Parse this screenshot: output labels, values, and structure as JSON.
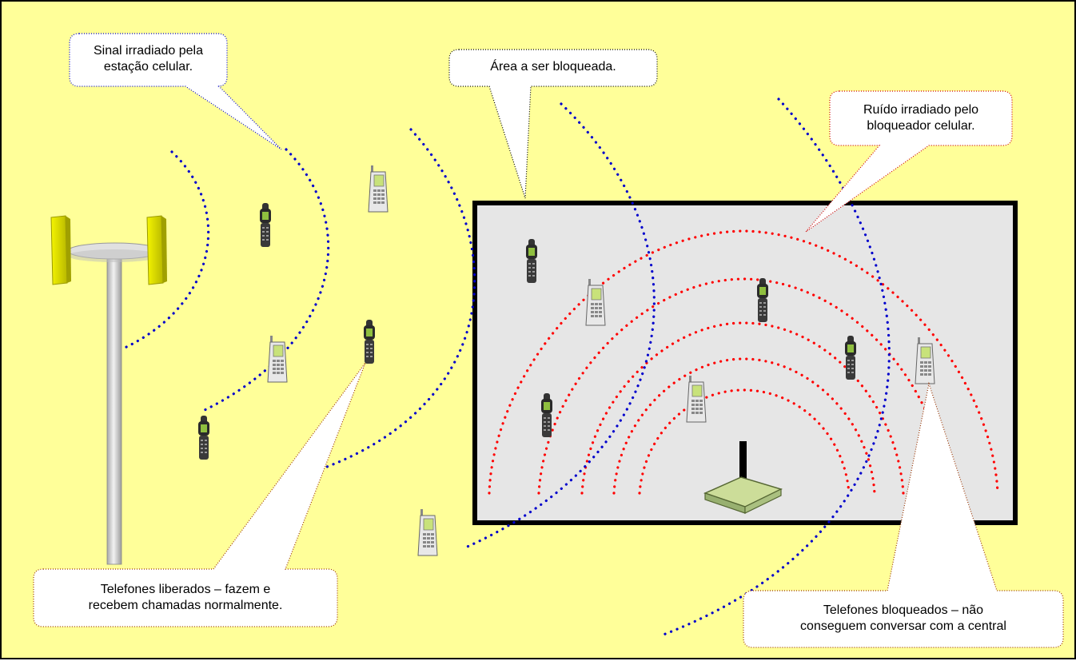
{
  "callouts": {
    "tower_signal": "Sinal irradiado pela\nestação celular.",
    "area_blocked": "Área a ser bloqueada.",
    "jammer_noise": "Ruído irradiado pelo\nbloqueador celular.",
    "phones_free": "Telefones liberados – fazem e\nrecebem chamadas normalmente.",
    "phones_blocked": "Telefones bloqueados – não\nconseguem conversar com a central"
  },
  "colors": {
    "background": "#ffff99",
    "blocked_area": "#e6e6e6",
    "tower_signal_dots": "#0000cc",
    "jammer_noise_dots": "#ff0000",
    "callout_fill": "#ffffff",
    "callout_border_blue": "#0000cc",
    "callout_border_red": "#cc0000"
  },
  "icons": [
    "cell-tower-icon",
    "jammer-device-icon",
    "flip-phone-icon",
    "bar-phone-icon"
  ]
}
